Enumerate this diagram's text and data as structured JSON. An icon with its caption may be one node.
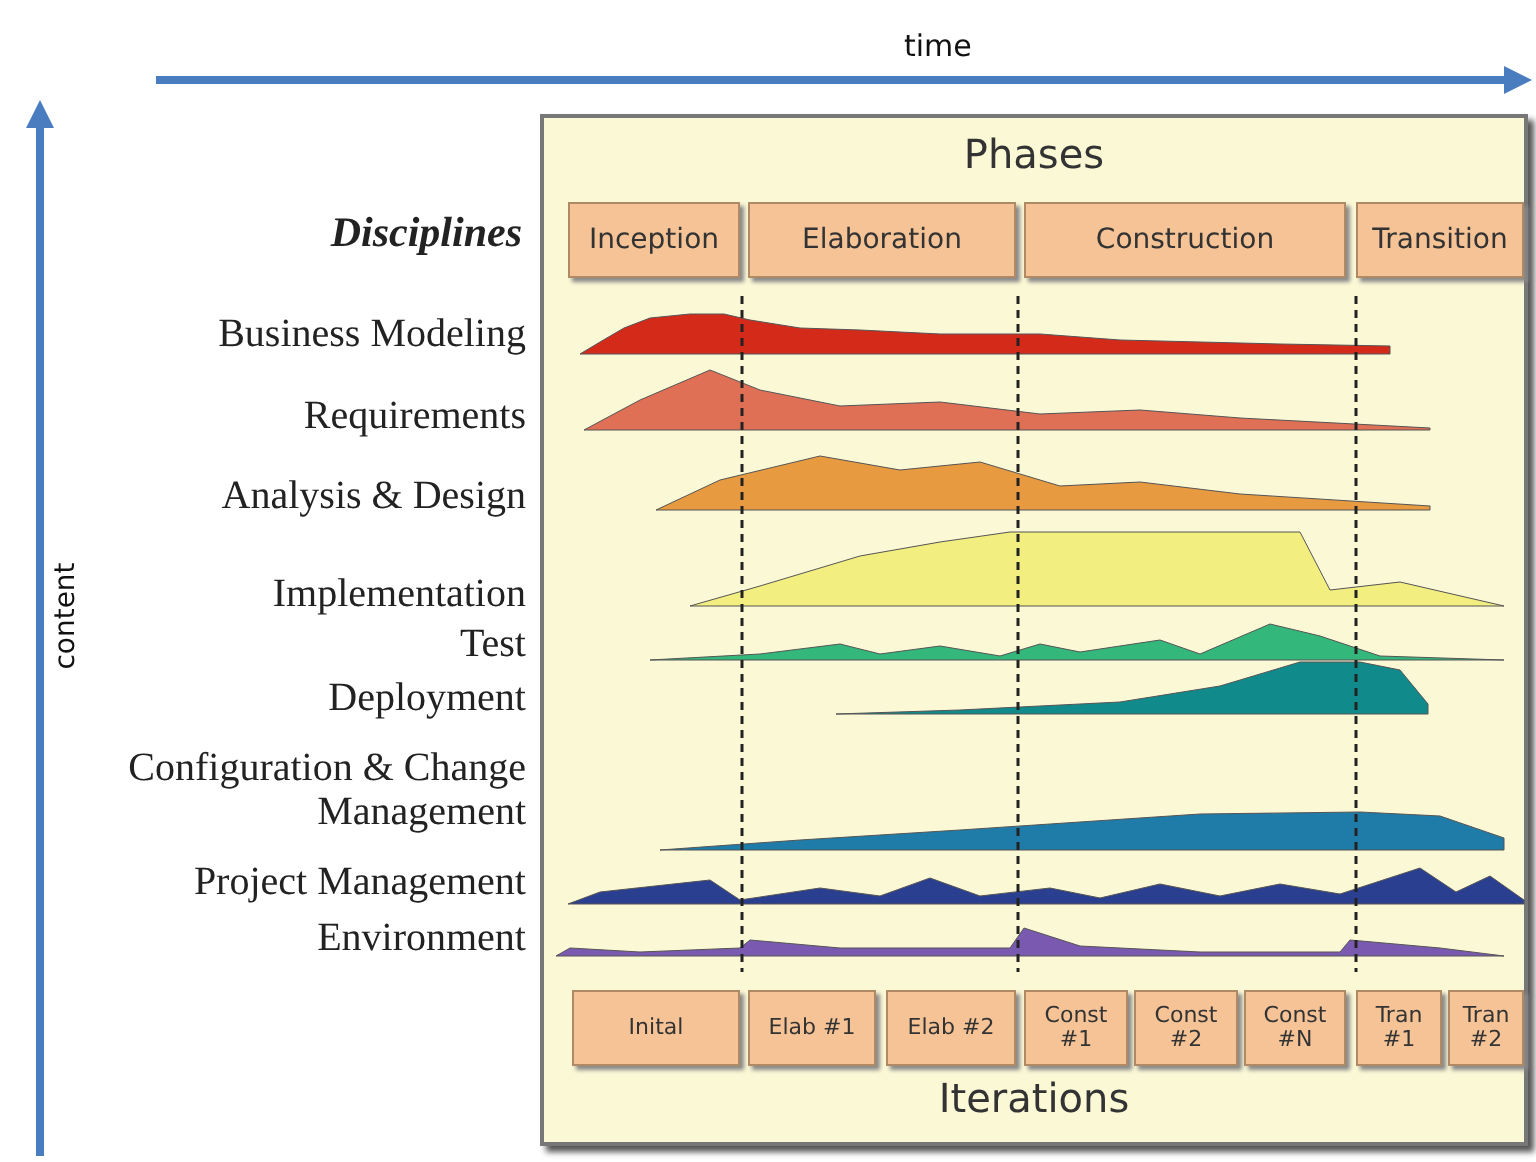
{
  "diagram": {
    "nodes": [
      {
        "text": [
          "Phases",
          "Iterations"
        ]
      },
      {
        "text": [
          "Inception"
        ],
        "in": 0
      },
      {
        "text": [
          "Elaboration"
        ],
        "in": 0
      },
      {
        "text": [
          "Construction"
        ],
        "in": 0
      },
      {
        "text": [
          "Transition"
        ],
        "in": 0
      },
      {
        "text": [
          "Inital"
        ],
        "in": 0
      },
      {
        "text": [
          "Elab #1"
        ],
        "in": 0
      },
      {
        "text": [
          "Elab #2"
        ],
        "in": 0
      },
      {
        "text": [
          "Const #1"
        ],
        "in": 0
      },
      {
        "text": [
          "Const #2"
        ],
        "in": 0
      },
      {
        "text": [
          "Const #N"
        ],
        "in": 0
      },
      {
        "text": [
          "Tran #1"
        ],
        "in": 0
      },
      {
        "text": [
          "Tran #2"
        ],
        "in": 0
      }
    ],
    "edges": [],
    "labels": [
      "time",
      "content",
      "Disciplines",
      "Business Modeling",
      "Requirements",
      "Analysis & Design",
      "Implementation",
      "Test",
      "Deployment",
      "Configuration & Change Management",
      "Project Management",
      "Environment"
    ]
  }
}
